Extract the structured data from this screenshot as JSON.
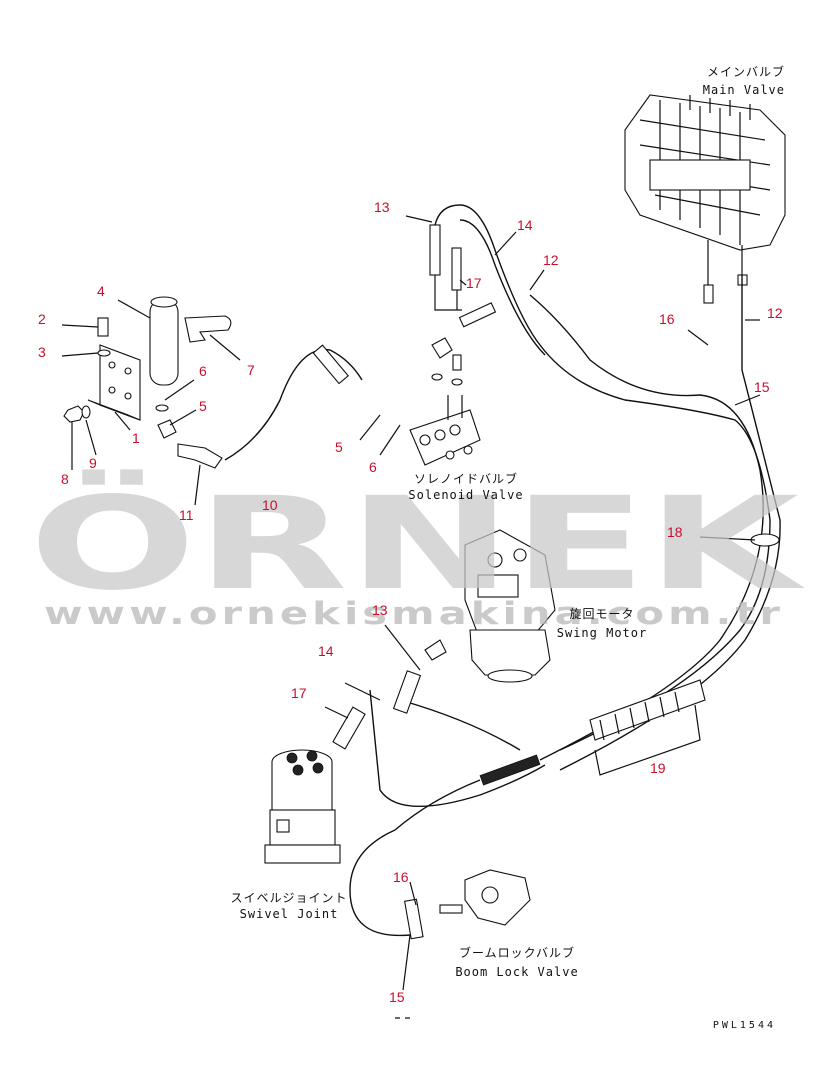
{
  "diagram": {
    "callouts": [
      "1",
      "2",
      "3",
      "4",
      "5",
      "5",
      "6",
      "6",
      "7",
      "8",
      "9",
      "10",
      "11",
      "12",
      "12",
      "13",
      "13",
      "14",
      "14",
      "15",
      "15",
      "16",
      "16",
      "17",
      "17",
      "18",
      "19"
    ],
    "labels": {
      "main_valve_jp": "メインバルブ",
      "main_valve_en": "Main Valve",
      "solenoid_valve_jp": "ソレノイドバルブ",
      "solenoid_valve_en": "Solenoid Valve",
      "swing_motor_jp": "旋回モータ",
      "swing_motor_en": "Swing Motor",
      "swivel_joint_jp": "スイベルジョイント",
      "swivel_joint_en": "Swivel Joint",
      "boom_lock_valve_jp": "ブームロックバルブ",
      "boom_lock_valve_en": "Boom Lock Valve"
    },
    "drawing_code": "PWL1544"
  },
  "watermark": {
    "brand": "ÖRNEK",
    "url": "www.ornekismakina.com.tr"
  },
  "colors": {
    "callout": "#c8102e",
    "line": "#111111",
    "watermark": "#c9c9c9",
    "watermark_accent": "#f2d675"
  }
}
